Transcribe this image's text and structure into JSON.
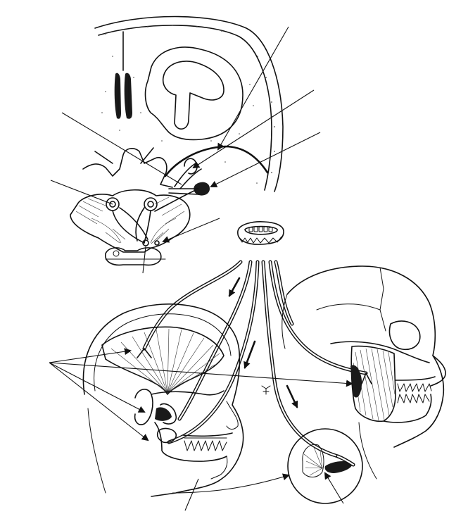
{
  "figure": {
    "background_color": "#ffffff",
    "ink_color": "#111111",
    "labels": []
  },
  "panels": [
    {
      "name": "coronal-brain-section"
    },
    {
      "name": "dissected-head-lateral-view"
    },
    {
      "name": "skull-with-masseter"
    },
    {
      "name": "magnified-inset-circle"
    }
  ]
}
